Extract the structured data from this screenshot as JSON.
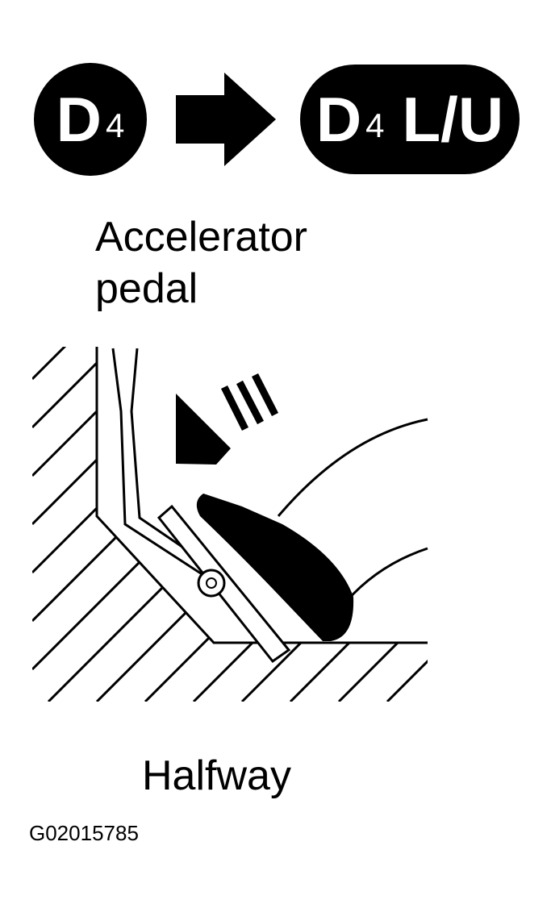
{
  "modes": {
    "from": {
      "letter": "D",
      "subscript": "4"
    },
    "to": {
      "letter": "D",
      "subscript": "4",
      "suffix": "L/U"
    }
  },
  "pedal_label": {
    "line1": "Accelerator",
    "line2": "pedal"
  },
  "position_label": "Halfway",
  "figure_id": "G02015785",
  "colors": {
    "ink": "#000000",
    "paper": "#ffffff"
  }
}
